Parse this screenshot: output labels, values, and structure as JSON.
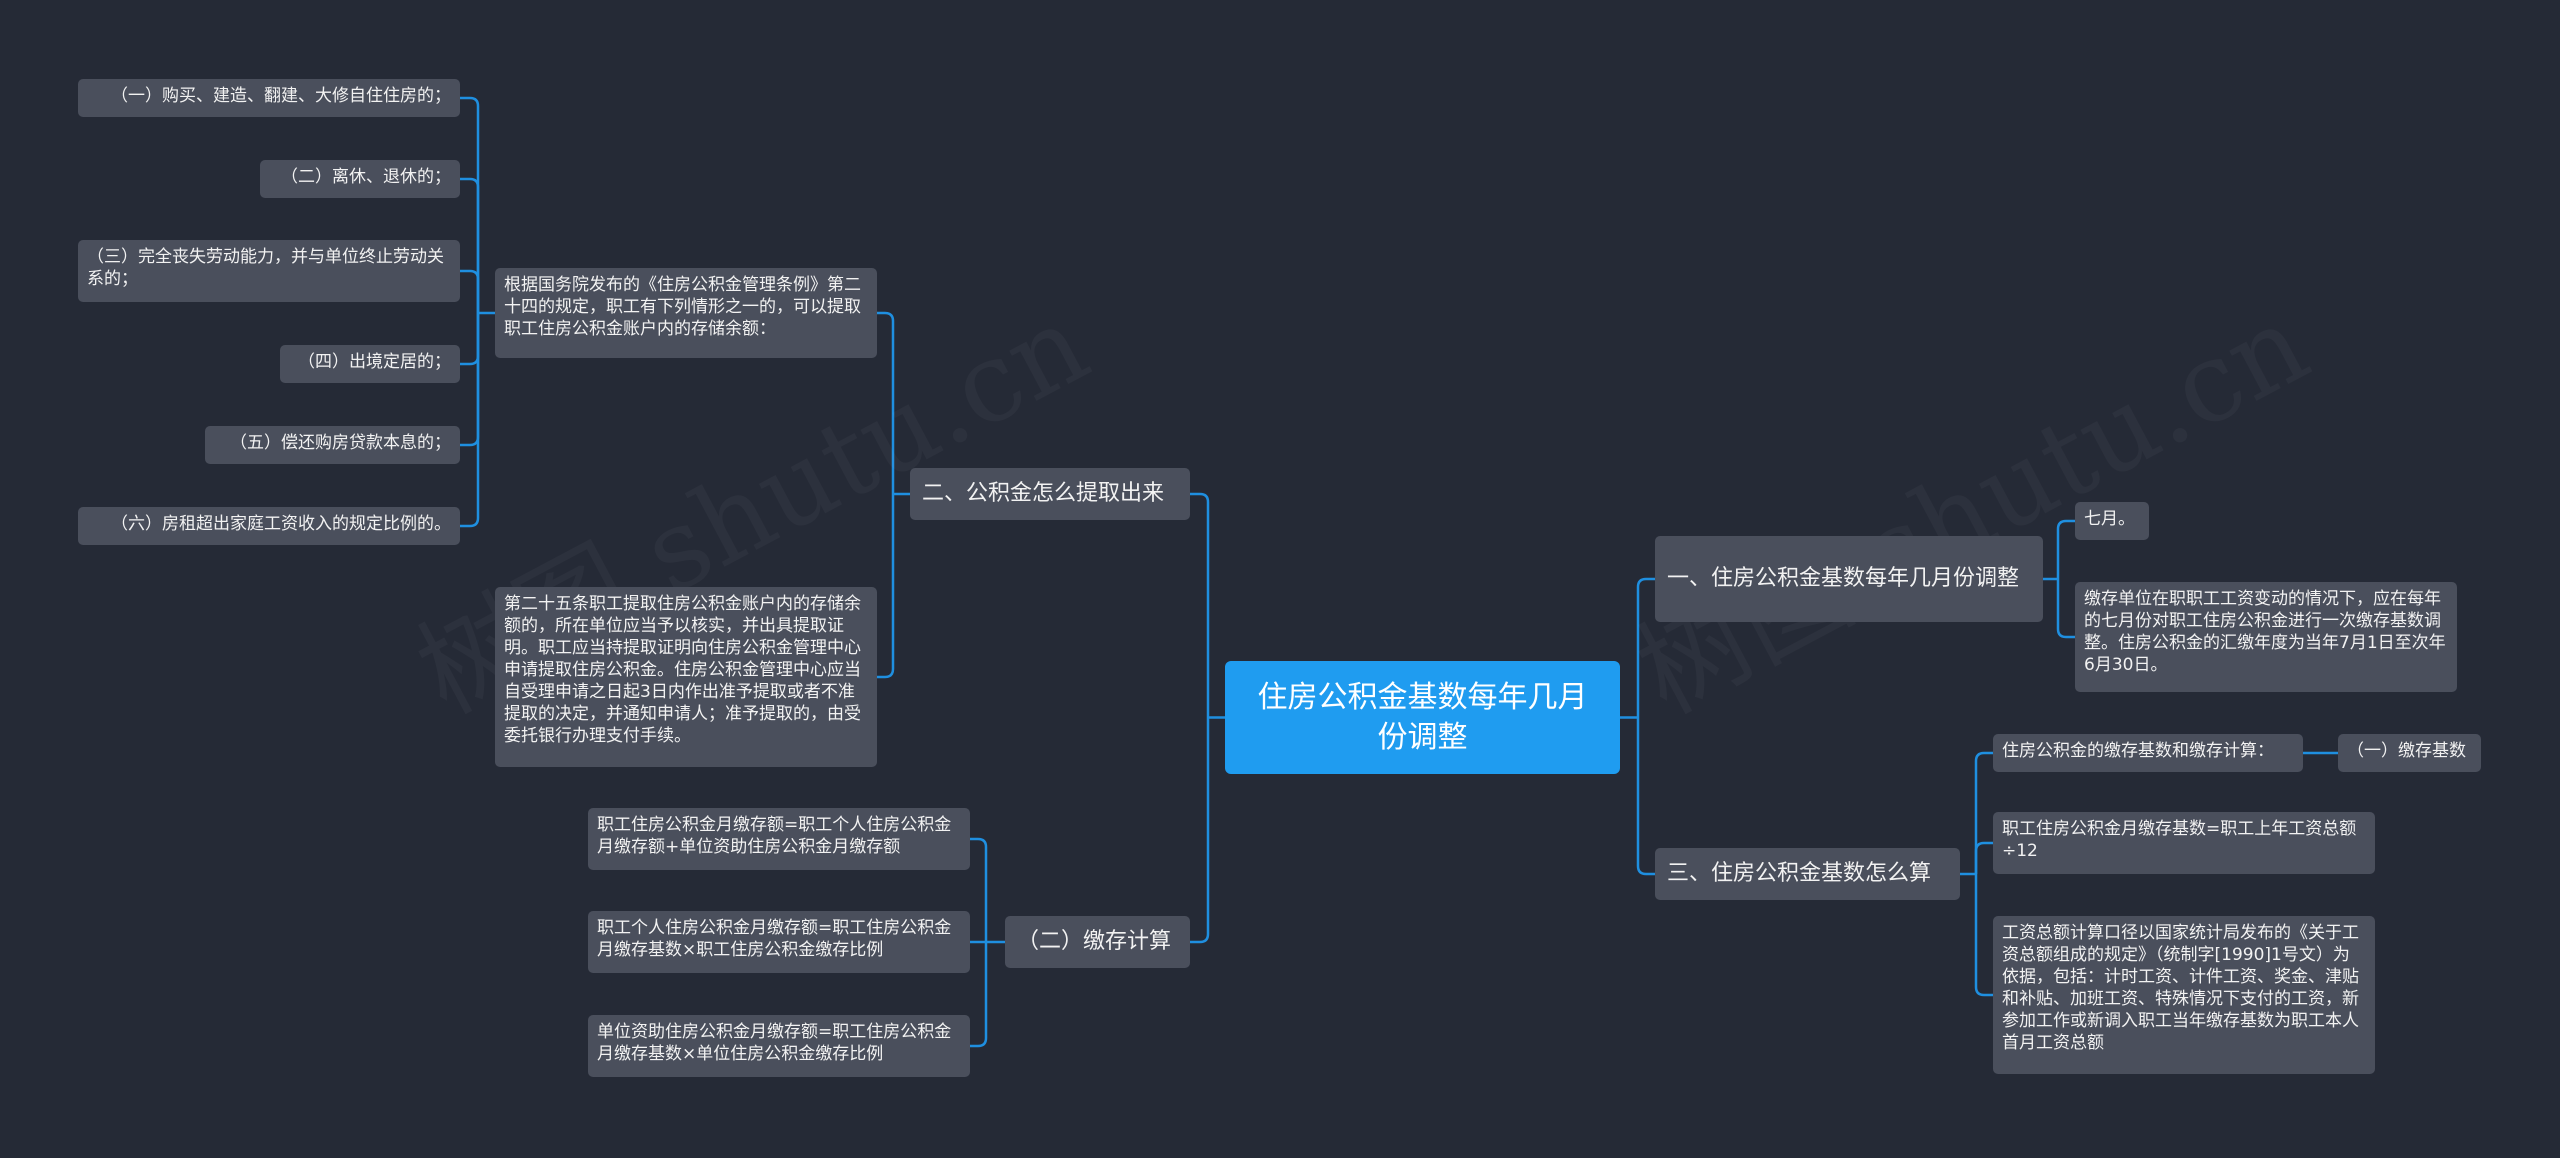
{
  "root": {
    "label": "住房公积金基数每年几月份调整"
  },
  "left": {
    "branch_extract": {
      "label": "二、公积金怎么提取出来",
      "regulation": {
        "label": "根据国务院发布的《住房公积金管理条例》第二十四的规定，职工有下列情形之一的，可以提取职工住房公积金账户内的存储余额：",
        "items": [
          "（一）购买、建造、翻建、大修自住住房的；",
          "（二）离休、退休的；",
          "（三）完全丧失劳动能力，并与单位终止劳动关系的；",
          "（四）出境定居的；",
          "（五）偿还购房贷款本息的；",
          "（六）房租超出家庭工资收入的规定比例的。"
        ]
      },
      "article25": "第二十五条职工提取住房公积金账户内的存储余额的，所在单位应当予以核实，并出具提取证明。职工应当持提取证明向住房公积金管理中心申请提取住房公积金。住房公积金管理中心应当自受理申请之日起3日内作出准予提取或者不准提取的决定，并通知申请人；准予提取的，由受委托银行办理支付手续。"
    },
    "branch_calc": {
      "label": "（二）缴存计算",
      "items": [
        "职工住房公积金月缴存额=职工个人住房公积金月缴存额+单位资助住房公积金月缴存额",
        "职工个人住房公积金月缴存额=职工住房公积金月缴存基数×职工住房公积金缴存比例",
        "单位资助住房公积金月缴存额=职工住房公积金月缴存基数×单位住房公积金缴存比例"
      ]
    }
  },
  "right": {
    "branch_month": {
      "label": "一、住房公积金基数每年几月份调整",
      "items": [
        "七月。",
        "缴存单位在职职工工资变动的情况下，应在每年的七月份对职工住房公积金进行一次缴存基数调整。住房公积金的汇缴年度为当年7月1日至次年6月30日。"
      ]
    },
    "branch_how": {
      "label": "三、住房公积金基数怎么算",
      "items": [
        "住房公积金的缴存基数和缴存计算：",
        "职工住房公积金月缴存基数=职工上年工资总额÷12",
        "工资总额计算口径以国家统计局发布的《关于工资总额组成的规定》（统制字[1990]1号文）为依据，包括：计时工资、计件工资、奖金、津贴和补贴、加班工资、特殊情况下支付的工资，新参加工作或新调入职工当年缴存基数为职工本人首月工资总额"
      ],
      "sub": "（一）缴存基数"
    }
  },
  "watermark": [
    "树图 shutu.cn",
    "树图 shutu.cn"
  ],
  "colors": {
    "background": "#252a36",
    "node": "#4a4f5c",
    "root": "#1f9cf0",
    "line": "#1f8fe0"
  }
}
